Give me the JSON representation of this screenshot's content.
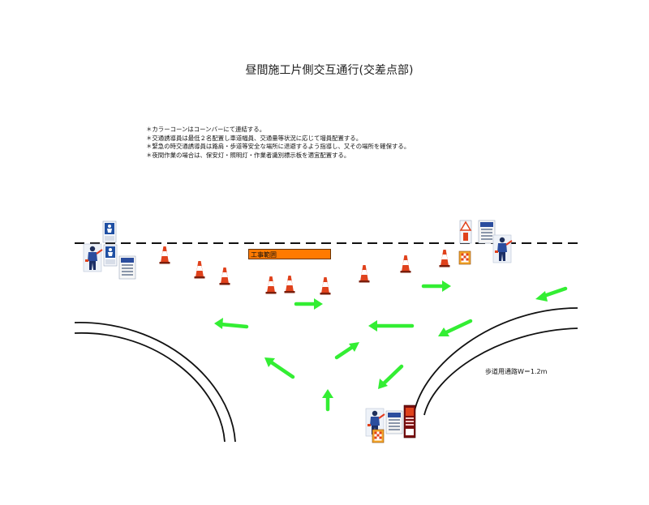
{
  "title": "昼間施工片側交互通行(交差点部)",
  "notes": [
    "カラーコーンはコーンバーにて連結する。",
    "交通誘導員は最低２名配置し車道幅員、交通量等状況に応じて増員配置する。",
    "緊急の時交通誘導員は路肩・歩道等安全な場所に退避するよう指導し、又その場所を確保する。",
    "夜間作業の場合は、保安灯・照明灯・作業者識別標示板を適宜配置する。"
  ],
  "work_zone_label": "工事範囲",
  "sidewalk_label": "歩道用通路W＝1.2m",
  "colors": {
    "arrow": "#33ee33",
    "work_zone": "#ff7a00",
    "cone": "#e0421c",
    "sign_blue": "#1f4fa3",
    "line": "#111111"
  },
  "icons": {
    "flagger": "traffic-guard-icon",
    "cone": "traffic-cone-icon",
    "sign": "road-sign-icon",
    "arrow": "traffic-flow-arrow-icon"
  }
}
